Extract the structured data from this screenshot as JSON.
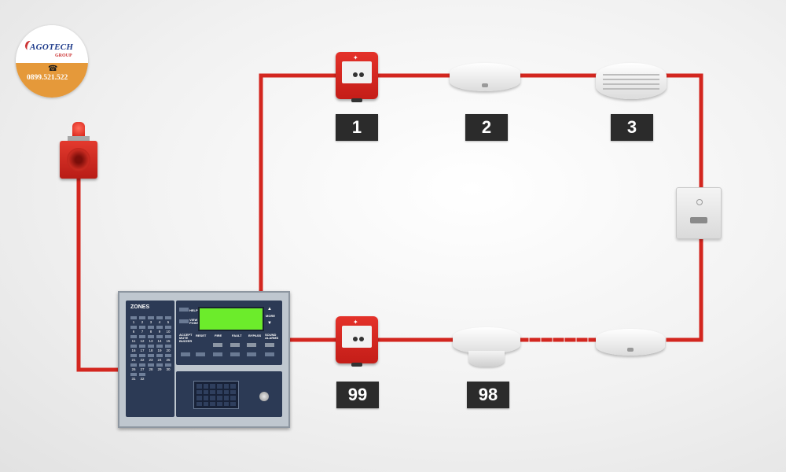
{
  "logo": {
    "brand": "AGOTECH",
    "group": "GROUP",
    "phone": "0899.521.522",
    "phone_icon": "phone-icon"
  },
  "devices": {
    "top": [
      "1",
      "2",
      "3"
    ],
    "bottom": [
      "99",
      "98"
    ]
  },
  "panel": {
    "zones_title": "ZONES",
    "zones": [
      "1",
      "2",
      "3",
      "4",
      "5",
      "6",
      "7",
      "8",
      "9",
      "10",
      "11",
      "12",
      "13",
      "14",
      "15",
      "16",
      "17",
      "18",
      "19",
      "20",
      "21",
      "22",
      "23",
      "24",
      "25",
      "26",
      "27",
      "28",
      "29",
      "30",
      "31",
      "32"
    ],
    "buttons": {
      "help": "HELP",
      "more": "MORE",
      "view_points": "VIEW POINTS",
      "accept": "ACCEPT MUTE BUZZER",
      "reset": "RESET",
      "fire": "FIRE",
      "fault": "FAULT",
      "bypass": "BYPASS",
      "sound_alarms": "SOUND ALARMS"
    }
  },
  "colors": {
    "wire": "#d3261f",
    "device_red": "#d72a22",
    "panel_navy": "#2c3a55",
    "lcd_green": "#6cec2b",
    "label_bg": "#2b2b2b"
  }
}
